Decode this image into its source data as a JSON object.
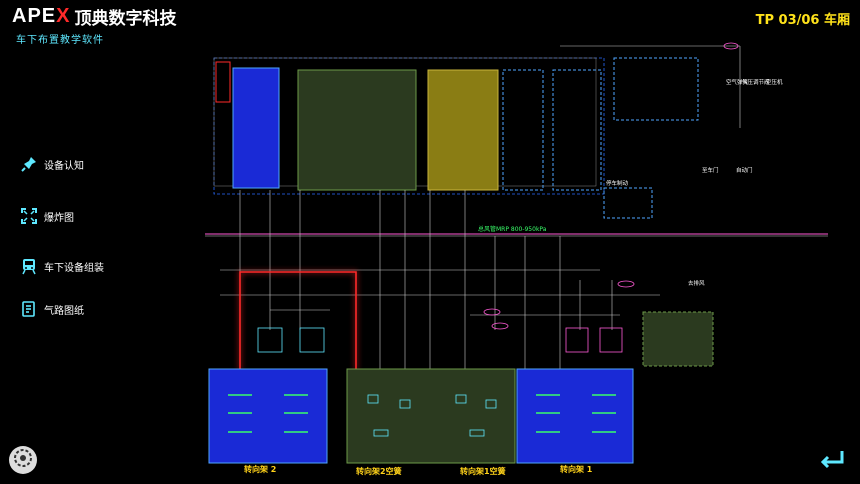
{
  "brand": {
    "logo_text": "APEX",
    "company": "顶典数字科技"
  },
  "app_subtitle": "车下布置教学软件",
  "page_indicator": "TP 03/06  车厢",
  "menu": {
    "items": [
      {
        "label": "设备认知",
        "icon": "pin-icon"
      },
      {
        "label": "爆炸图",
        "icon": "expand-icon"
      },
      {
        "label": "车下设备组装",
        "icon": "train-icon"
      },
      {
        "label": "气路图纸",
        "icon": "document-icon"
      }
    ]
  },
  "diagram": {
    "main_pipe_label": "总风管MRP 800-950kPa",
    "brake_label": "停车制动",
    "right_labels": [
      "至车门",
      "自动门"
    ],
    "top_labels": [
      "空气弹簧",
      "气压调节阀",
      "空压机"
    ],
    "exhaust_label": "去排风",
    "bogie_labels": [
      "转向架 2",
      "转向架2空簧",
      "转向架1空簧",
      "转向架 1"
    ]
  },
  "colors": {
    "accent_cyan": "#5ee8ff",
    "accent_yellow": "#ffe21a",
    "pipe_red": "#ff2a2a",
    "panel_blue": "#1a2ad6"
  }
}
